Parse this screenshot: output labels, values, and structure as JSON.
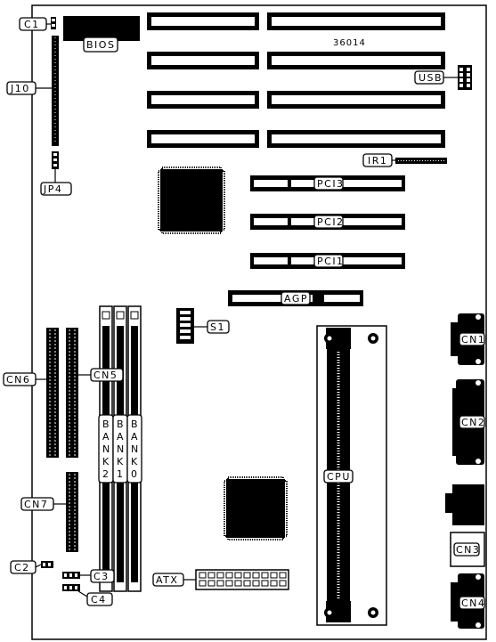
{
  "board_code": "36014",
  "labels": {
    "c1": "C1",
    "bios": "BIOS",
    "j10": "J10",
    "usb": "USB",
    "ir1": "IR1",
    "jp4": "JP4",
    "pci3": "PCI3",
    "pci2": "PCI2",
    "pci1": "PCI1",
    "agp": "AGP",
    "s1": "S1",
    "cn1": "CN1",
    "cn2": "CN2",
    "cn3": "CN3",
    "cn4": "CN4",
    "cn5": "CN5",
    "cn6": "CN6",
    "cn7": "CN7",
    "cpu": "CPU",
    "c2": "C2",
    "c3": "C3",
    "c4": "C4",
    "atx": "ATX",
    "bank2": [
      "B",
      "A",
      "N",
      "K",
      "2"
    ],
    "bank1": [
      "B",
      "A",
      "N",
      "K",
      "1"
    ],
    "bank0": [
      "B",
      "A",
      "N",
      "K",
      "0"
    ]
  }
}
